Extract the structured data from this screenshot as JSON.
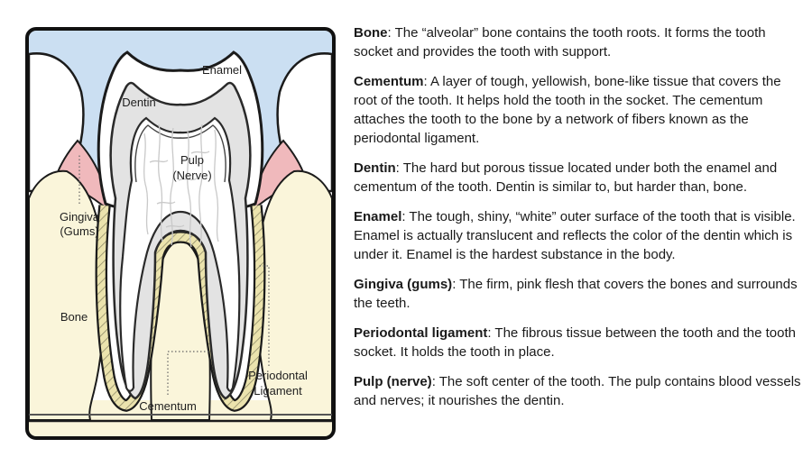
{
  "diagram": {
    "labels": {
      "enamel": "Enamel",
      "dentin": "Dentin",
      "pulp_line1": "Pulp",
      "pulp_line2": "(Nerve)",
      "gingiva_line1": "Gingiva",
      "gingiva_line2": "(Gums)",
      "bone": "Bone",
      "cementum": "Cementum",
      "periodontal_line1": "Periodontal",
      "periodontal_line2": "Ligament"
    },
    "colors": {
      "sky": "#cbdff2",
      "gum_pink": "#f0b9bc",
      "bone_cream": "#faf5da",
      "dentin_gray": "#e3e3e3",
      "cementum_cream": "#ebe3ad",
      "outline": "#1b1b1b",
      "tooth_white": "#ffffff"
    }
  },
  "definitions": [
    {
      "term": "Bone",
      "body": ": The “alveolar” bone contains the tooth roots. It forms the tooth socket and provides the tooth with support."
    },
    {
      "term": "Cementum",
      "body": ": A layer of tough, yellowish, bone-like tissue that covers the root of the tooth. It helps hold the tooth in the socket. The cementum attaches the tooth to the bone by a network of fibers known as the periodontal ligament."
    },
    {
      "term": "Dentin",
      "body": ": The hard but porous tissue located under both the enamel and cementum of the tooth. Dentin is similar to, but harder than, bone."
    },
    {
      "term": "Enamel",
      "body": ": The tough, shiny, “white” outer surface of the tooth that is visible. Enamel is actually translucent and reflects the color of the dentin which is under it. Enamel is the hardest substance in the body."
    },
    {
      "term": "Gingiva (gums)",
      "body": ": The firm, pink flesh that covers the bones and surrounds the teeth."
    },
    {
      "term": "Periodontal ligament",
      "body": ": The fibrous tissue between the tooth and the tooth socket. It holds the tooth in place."
    },
    {
      "term": "Pulp (nerve)",
      "body": ": The soft center of the tooth. The pulp contains blood vessels and nerves; it nourishes the dentin."
    }
  ]
}
